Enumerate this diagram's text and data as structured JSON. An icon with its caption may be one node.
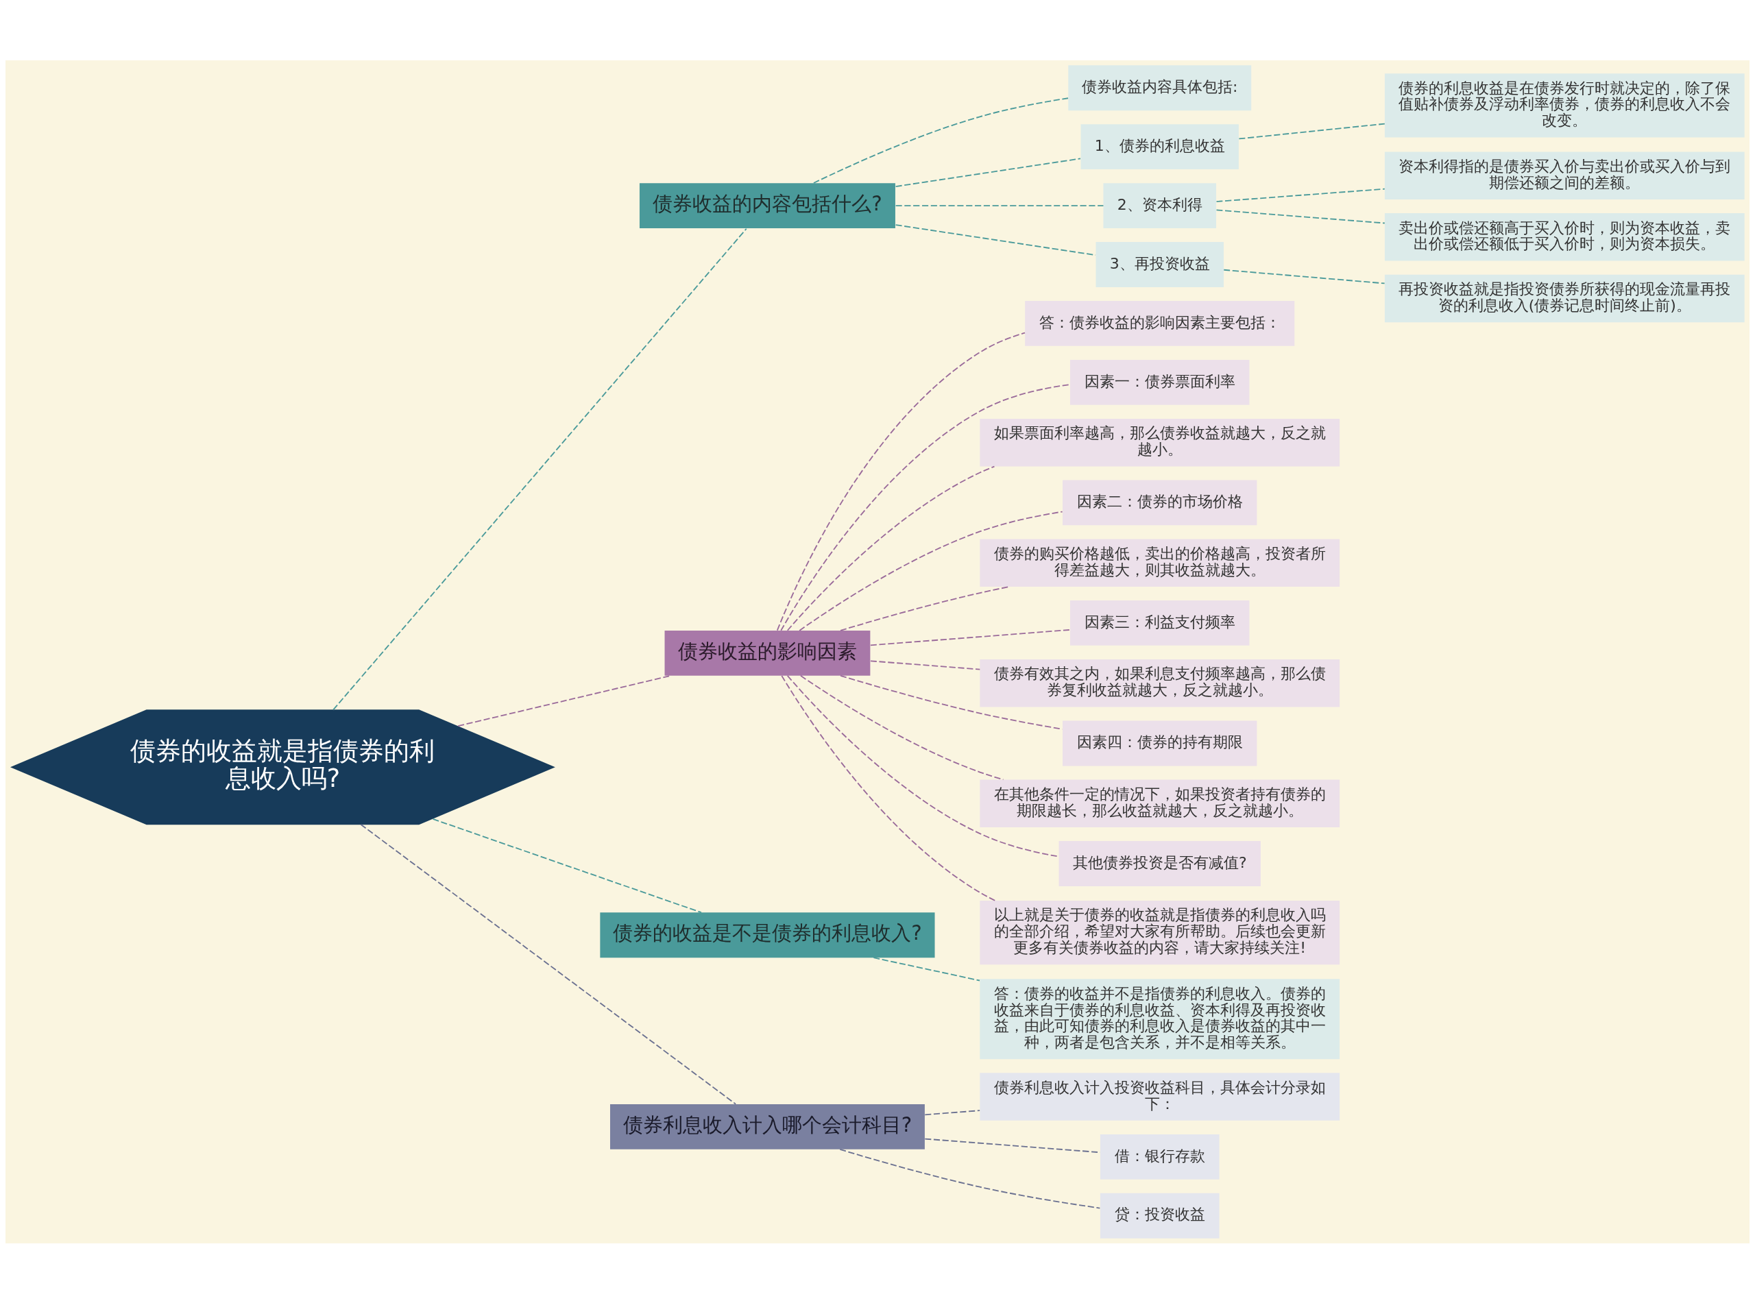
{
  "diagram": {
    "nodes": [
      {
        "text": [
          "债券的收益就是指债券的利息收入吗?"
        ]
      },
      {
        "text": [
          "债券收益的内容包括什么?"
        ]
      },
      {
        "text": [
          "债券收益内容具体包括:"
        ]
      },
      {
        "text": [
          "1、债券的利息收益"
        ]
      },
      {
        "text": [
          "债券的利息收益是在债券发行时就决定的，除了保值贴补债券及浮动利率债券，债券的利息收入不会改变。"
        ]
      },
      {
        "text": [
          "2、资本利得"
        ]
      },
      {
        "text": [
          "资本利得指的是债券买入价与卖出价或买入价与到期偿还额之间的差额。"
        ]
      },
      {
        "text": [
          "卖出价或偿还额高于买入价时，则为资本收益，卖出价或偿还额低于买入价时，则为资本损失。"
        ]
      },
      {
        "text": [
          "3、再投资收益"
        ]
      },
      {
        "text": [
          "再投资收益就是指投资债券所获得的现金流量再投资的利息收入(债券记息时间终止前)。"
        ]
      },
      {
        "text": [
          "债券收益的影响因素"
        ]
      },
      {
        "text": [
          "答：债券收益的影响因素主要包括："
        ]
      },
      {
        "text": [
          "因素一：债券票面利率"
        ]
      },
      {
        "text": [
          "如果票面利率越高，那么债券收益就越大，反之就越小。"
        ]
      },
      {
        "text": [
          "因素二：债券的市场价格"
        ]
      },
      {
        "text": [
          "债券的购买价格越低，卖出的价格越高，投资者所得差益越大，则其收益就越大。"
        ]
      },
      {
        "text": [
          "因素三：利益支付频率"
        ]
      },
      {
        "text": [
          "债券有效其之内，如果利息支付频率越高，那么债券复利收益就越大，反之就越小。"
        ]
      },
      {
        "text": [
          "因素四：债券的持有期限"
        ]
      },
      {
        "text": [
          "在其他条件一定的情况下，如果投资者持有债券的期限越长，那么收益就越大，反之就越小。"
        ]
      },
      {
        "text": [
          "其他债券投资是否有减值?"
        ]
      },
      {
        "text": [
          "以上就是关于债券的收益就是指债券的利息收入吗的全部介绍，希望对大家有所帮助。后续也会更新更多有关债券收益的内容，请大家持续关注!"
        ]
      },
      {
        "text": [
          "债券的收益是不是债券的利息收入?"
        ]
      },
      {
        "text": [
          "答：债券的收益并不是指债券的利息收入。债券的收益来自于债券的利息收益、资本利得及再投资收益，由此可知债券的利息收入是债券收益的其中一种，两者是包含关系，并不是相等关系。"
        ]
      },
      {
        "text": [
          "债券利息收入计入哪个会计科目?"
        ]
      },
      {
        "text": [
          "债券利息收入计入投资收益科目，具体会计分录如下："
        ]
      },
      {
        "text": [
          "借：银行存款"
        ]
      },
      {
        "text": [
          "贷：投资收益"
        ]
      }
    ],
    "edges": [
      {
        "from": 0,
        "to": 1,
        "arrow": "none",
        "style": "dashed",
        "color": "#4a9a9a"
      },
      {
        "from": 1,
        "to": 2,
        "arrow": "none",
        "style": "dashed",
        "color": "#4a9a9a"
      },
      {
        "from": 1,
        "to": 3,
        "arrow": "none",
        "style": "dashed",
        "color": "#4a9a9a"
      },
      {
        "from": 3,
        "to": 4,
        "arrow": "none",
        "style": "dashed",
        "color": "#4a9a9a"
      },
      {
        "from": 1,
        "to": 5,
        "arrow": "none",
        "style": "dashed",
        "color": "#4a9a9a"
      },
      {
        "from": 5,
        "to": 6,
        "arrow": "none",
        "style": "dashed",
        "color": "#4a9a9a"
      },
      {
        "from": 5,
        "to": 7,
        "arrow": "none",
        "style": "dashed",
        "color": "#4a9a9a"
      },
      {
        "from": 1,
        "to": 8,
        "arrow": "none",
        "style": "dashed",
        "color": "#4a9a9a"
      },
      {
        "from": 8,
        "to": 9,
        "arrow": "none",
        "style": "dashed",
        "color": "#4a9a9a"
      },
      {
        "from": 0,
        "to": 10,
        "arrow": "none",
        "style": "dashed",
        "color": "#9a6a9a"
      },
      {
        "from": 10,
        "to": 11,
        "arrow": "none",
        "style": "dashed",
        "color": "#9a6a9a"
      },
      {
        "from": 10,
        "to": 12,
        "arrow": "none",
        "style": "dashed",
        "color": "#9a6a9a"
      },
      {
        "from": 10,
        "to": 13,
        "arrow": "none",
        "style": "dashed",
        "color": "#9a6a9a"
      },
      {
        "from": 10,
        "to": 14,
        "arrow": "none",
        "style": "dashed",
        "color": "#9a6a9a"
      },
      {
        "from": 10,
        "to": 15,
        "arrow": "none",
        "style": "dashed",
        "color": "#9a6a9a"
      },
      {
        "from": 10,
        "to": 16,
        "arrow": "none",
        "style": "dashed",
        "color": "#9a6a9a"
      },
      {
        "from": 10,
        "to": 17,
        "arrow": "none",
        "style": "dashed",
        "color": "#9a6a9a"
      },
      {
        "from": 10,
        "to": 18,
        "arrow": "none",
        "style": "dashed",
        "color": "#9a6a9a"
      },
      {
        "from": 10,
        "to": 19,
        "arrow": "none",
        "style": "dashed",
        "color": "#9a6a9a"
      },
      {
        "from": 10,
        "to": 20,
        "arrow": "none",
        "style": "dashed",
        "color": "#9a6a9a"
      },
      {
        "from": 10,
        "to": 21,
        "arrow": "none",
        "style": "dashed",
        "color": "#9a6a9a"
      },
      {
        "from": 0,
        "to": 22,
        "arrow": "none",
        "style": "dashed",
        "color": "#4a9a9a"
      },
      {
        "from": 22,
        "to": 23,
        "arrow": "none",
        "style": "dashed",
        "color": "#4a9a9a"
      },
      {
        "from": 0,
        "to": 24,
        "arrow": "none",
        "style": "dashed",
        "color": "#6a7090"
      },
      {
        "from": 24,
        "to": 25,
        "arrow": "none",
        "style": "dashed",
        "color": "#6a7090"
      },
      {
        "from": 24,
        "to": 26,
        "arrow": "none",
        "style": "dashed",
        "color": "#6a7090"
      },
      {
        "from": 24,
        "to": 27,
        "arrow": "none",
        "style": "dashed",
        "color": "#6a7090"
      }
    ]
  }
}
